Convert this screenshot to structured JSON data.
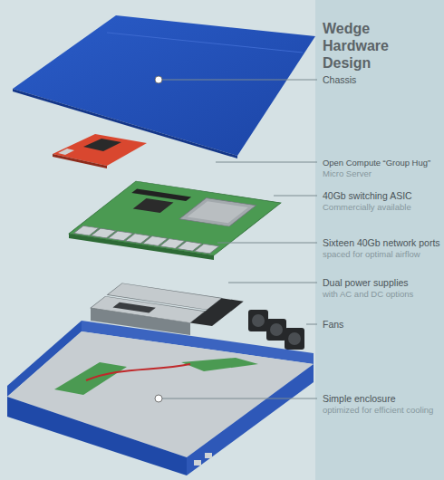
{
  "diagram": {
    "title": "Wedge Hardware Design",
    "labels": [
      "Chassis",
      "Open Compute “Group Hug”",
      "Micro Server",
      "40Gb switching ASIC",
      "Commercially available",
      "Sixteen 40Gb network ports",
      "spaced for optimal airflow",
      "Dual power supplies",
      "with AC and DC options",
      "Fans",
      "Simple enclosure",
      "optimized for efficient cooling"
    ]
  }
}
